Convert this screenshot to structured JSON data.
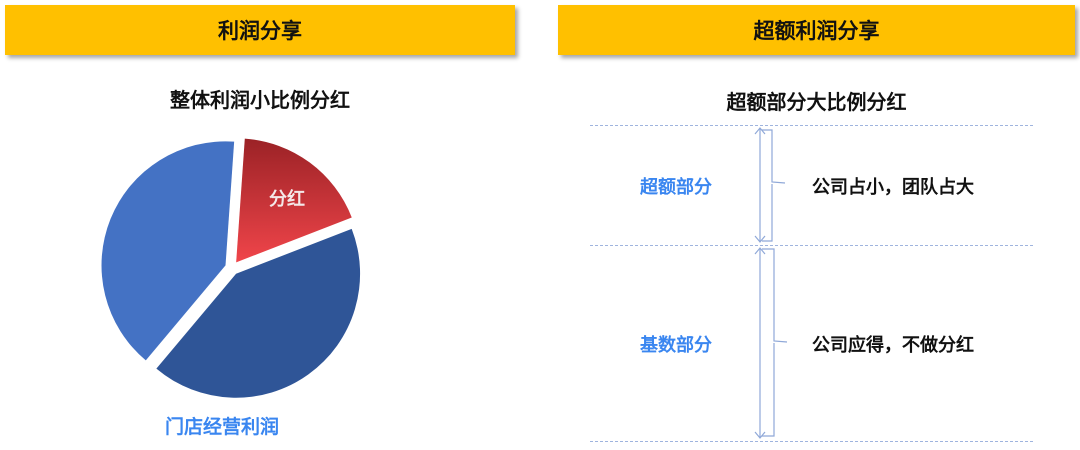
{
  "left": {
    "banner": "利润分享",
    "subtitle": "整体利润小比例分红",
    "pie_label_red": "分红",
    "pie_caption": "门店经营利润"
  },
  "right": {
    "banner": "超额利润分享",
    "subtitle": "超额部分大比例分红",
    "rows": [
      {
        "label": "超额部分",
        "desc": "公司占小，团队占大"
      },
      {
        "label": "基数部分",
        "desc": "公司应得，不做分红"
      }
    ]
  },
  "colors": {
    "banner": "#FFC000",
    "red": "#E8383C",
    "dark_blue": "#2F5597",
    "light_blue": "#4472C4",
    "label_blue": "#3A86F0"
  },
  "chart_data": {
    "type": "pie",
    "slices": [
      {
        "name": "分红",
        "value": 18,
        "color": "#E8383C"
      },
      {
        "name": "dark",
        "value": 42,
        "color": "#2F5597"
      },
      {
        "name": "light",
        "value": 40,
        "color": "#4472C4"
      }
    ]
  }
}
